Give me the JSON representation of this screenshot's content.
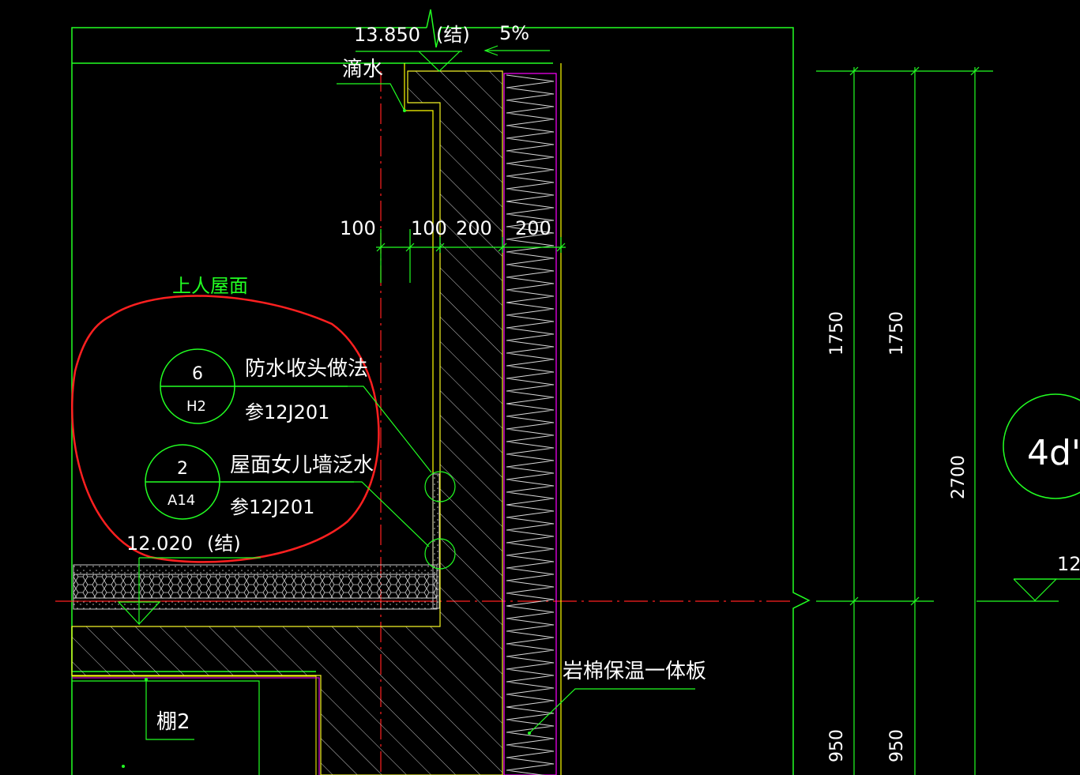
{
  "elevations": {
    "top": "13.850",
    "top_note": "(结)",
    "slope": "5%",
    "floor": "12.020",
    "floor_note": "(结)",
    "right_partial": "12."
  },
  "labels": {
    "drip": "滴水",
    "roof_type": "上人屋面",
    "insulation": "岩棉保温一体板",
    "canopy": "棚2"
  },
  "callouts": [
    {
      "number": "6",
      "sheet": "H2",
      "title": "防水收头做法",
      "ref": "参12J201"
    },
    {
      "number": "2",
      "sheet": "A14",
      "title": "屋面女儿墙泛水",
      "ref": "参12J201"
    }
  ],
  "dimensions": {
    "horizontal": [
      "100",
      "100",
      "200",
      "200"
    ],
    "vertical_a": [
      "1750",
      "950"
    ],
    "vertical_b": [
      "1750",
      "950"
    ],
    "vertical_total": "2700"
  },
  "axis_bubble": "4d'",
  "colors": {
    "line_green": "#22ff22",
    "concrete": "#c8c8c8",
    "insulation_purple": "#ff00ff",
    "axis_red": "#ff2020",
    "cloud_red": "#ff2020",
    "slab_yellow": "#ffff00"
  }
}
